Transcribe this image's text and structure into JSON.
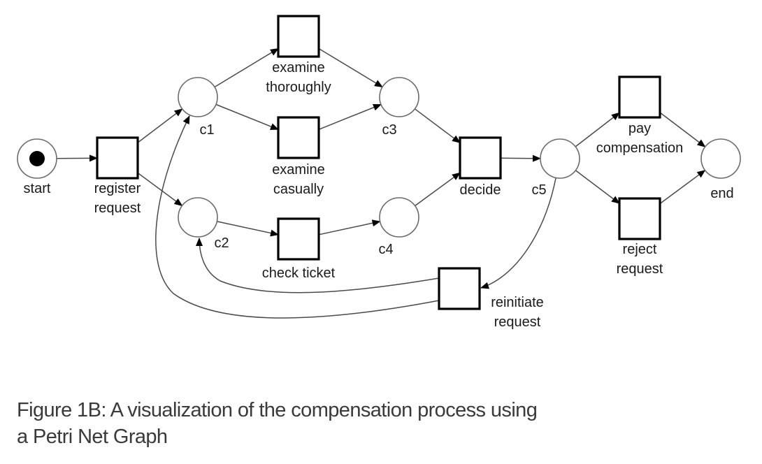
{
  "places": [
    {
      "id": "start",
      "label": "start",
      "tokens": 1
    },
    {
      "id": "c1",
      "label": "c1",
      "tokens": 0
    },
    {
      "id": "c2",
      "label": "c2",
      "tokens": 0
    },
    {
      "id": "c3",
      "label": "c3",
      "tokens": 0
    },
    {
      "id": "c4",
      "label": "c4",
      "tokens": 0
    },
    {
      "id": "c5",
      "label": "c5",
      "tokens": 0
    },
    {
      "id": "end",
      "label": "end",
      "tokens": 0
    }
  ],
  "transitions": [
    {
      "id": "register",
      "label": [
        "register",
        "request"
      ]
    },
    {
      "id": "examine_thoroughly",
      "label": [
        "examine",
        "thoroughly"
      ]
    },
    {
      "id": "examine_casually",
      "label": [
        "examine",
        "casually"
      ]
    },
    {
      "id": "check_ticket",
      "label": [
        "check ticket"
      ]
    },
    {
      "id": "decide",
      "label": [
        "decide"
      ]
    },
    {
      "id": "pay",
      "label": [
        "pay",
        "compensation"
      ]
    },
    {
      "id": "reject",
      "label": [
        "reject",
        "request"
      ]
    },
    {
      "id": "reinitiate",
      "label": [
        "reinitiate",
        "request"
      ]
    }
  ],
  "arcs": [
    {
      "from": "start",
      "to": "register"
    },
    {
      "from": "register",
      "to": "c1"
    },
    {
      "from": "register",
      "to": "c2"
    },
    {
      "from": "c1",
      "to": "examine_thoroughly"
    },
    {
      "from": "c1",
      "to": "examine_casually"
    },
    {
      "from": "c2",
      "to": "check_ticket"
    },
    {
      "from": "examine_thoroughly",
      "to": "c3"
    },
    {
      "from": "examine_casually",
      "to": "c3"
    },
    {
      "from": "check_ticket",
      "to": "c4"
    },
    {
      "from": "c3",
      "to": "decide"
    },
    {
      "from": "c4",
      "to": "decide"
    },
    {
      "from": "decide",
      "to": "c5"
    },
    {
      "from": "c5",
      "to": "pay"
    },
    {
      "from": "c5",
      "to": "reject"
    },
    {
      "from": "pay",
      "to": "end"
    },
    {
      "from": "reject",
      "to": "end"
    },
    {
      "from": "c5",
      "to": "reinitiate"
    },
    {
      "from": "reinitiate",
      "to": "c1"
    },
    {
      "from": "reinitiate",
      "to": "c2"
    }
  ],
  "caption": {
    "line1": "Figure 1B: A visualization of the compensation process using",
    "line2": "a Petri Net Graph"
  }
}
